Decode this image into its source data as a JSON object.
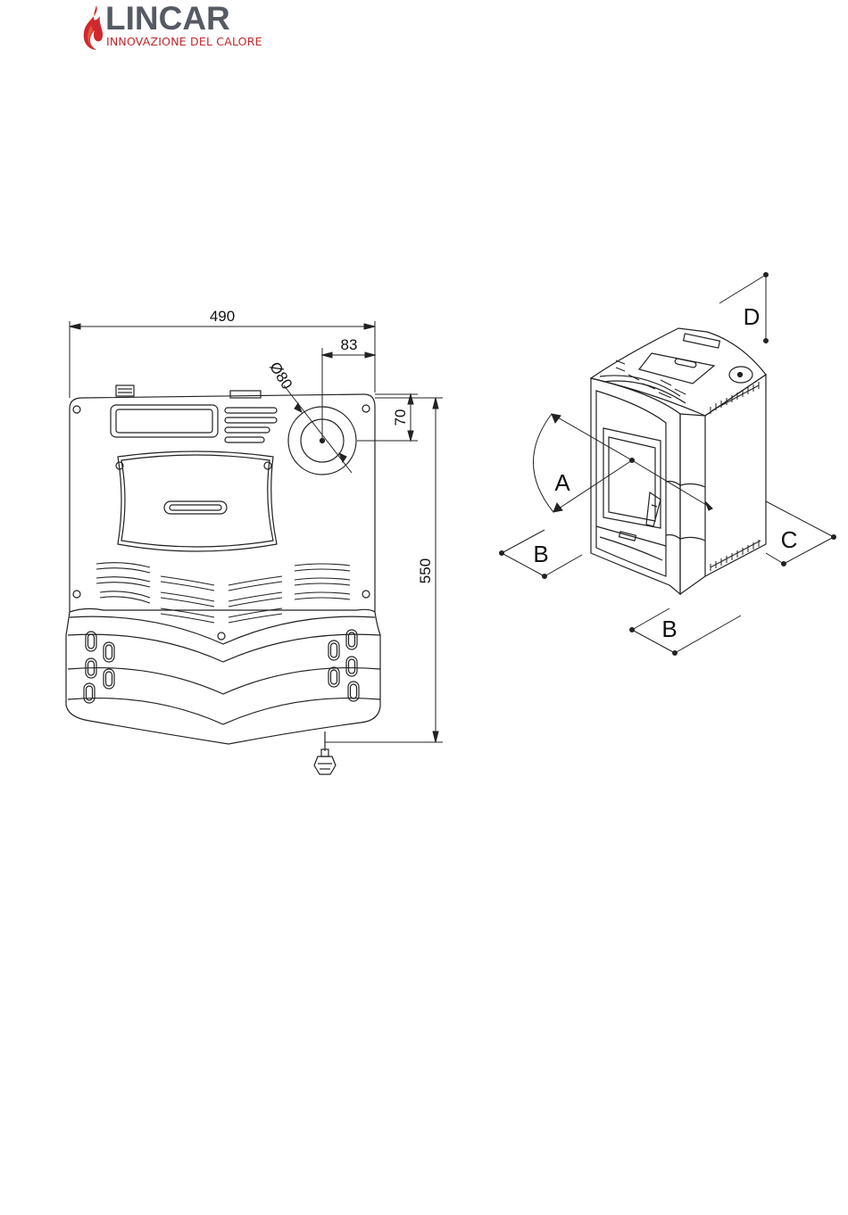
{
  "brand": {
    "name": "LINCAR",
    "tagline": "INNOVAZIONE DEL CALORE",
    "colors": {
      "name": "#555a63",
      "tagline": "#c0282d",
      "flame": "#d0282e"
    }
  },
  "top_view": {
    "dim_width": "490",
    "dim_depth": "550",
    "dim_flue_offset_x": "83",
    "dim_flue_offset_y": "70",
    "dim_flue_diameter": "Ø80"
  },
  "iso_view": {
    "label_a": "A",
    "label_b_left": "B",
    "label_b_right": "B",
    "label_c": "C",
    "label_d": "D"
  }
}
